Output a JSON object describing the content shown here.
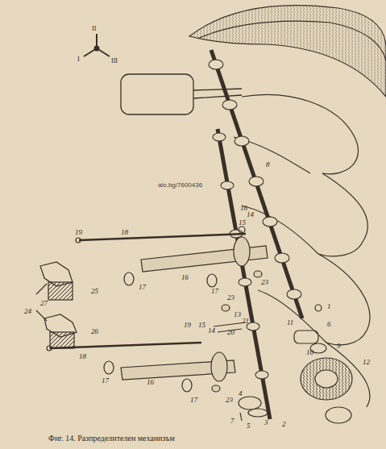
{
  "diagram": {
    "caption": "Фиг. 14. Разпределителен механизъм",
    "labels": [
      "alo.bg/7600436",
      "I",
      "II",
      "III",
      "8",
      "16",
      "14",
      "15",
      "19",
      "18",
      "16",
      "17",
      "17",
      "23",
      "23",
      "25",
      "24",
      "27",
      "26",
      "19",
      "15",
      "14",
      "20",
      "13",
      "21",
      "11",
      "1",
      "6",
      "10",
      "9",
      "12",
      "18",
      "16",
      "17",
      "17",
      "23",
      "4",
      "7",
      "5",
      "3",
      "2"
    ]
  }
}
